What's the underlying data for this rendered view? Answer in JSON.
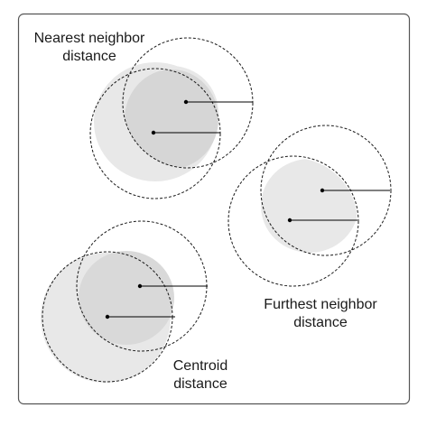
{
  "labels": {
    "nearest": [
      "Nearest neighbor",
      "distance"
    ],
    "furthest": [
      "Furthest neighbor",
      "distance"
    ],
    "centroid": [
      "Centroid",
      "distance"
    ]
  },
  "colors": {
    "frame_fill": "#ffffff",
    "frame_stroke": "#555555",
    "light_gray": "#e8e8e8",
    "overlap_gray": "#d6d6d6",
    "outline": "#1a1a1a"
  }
}
